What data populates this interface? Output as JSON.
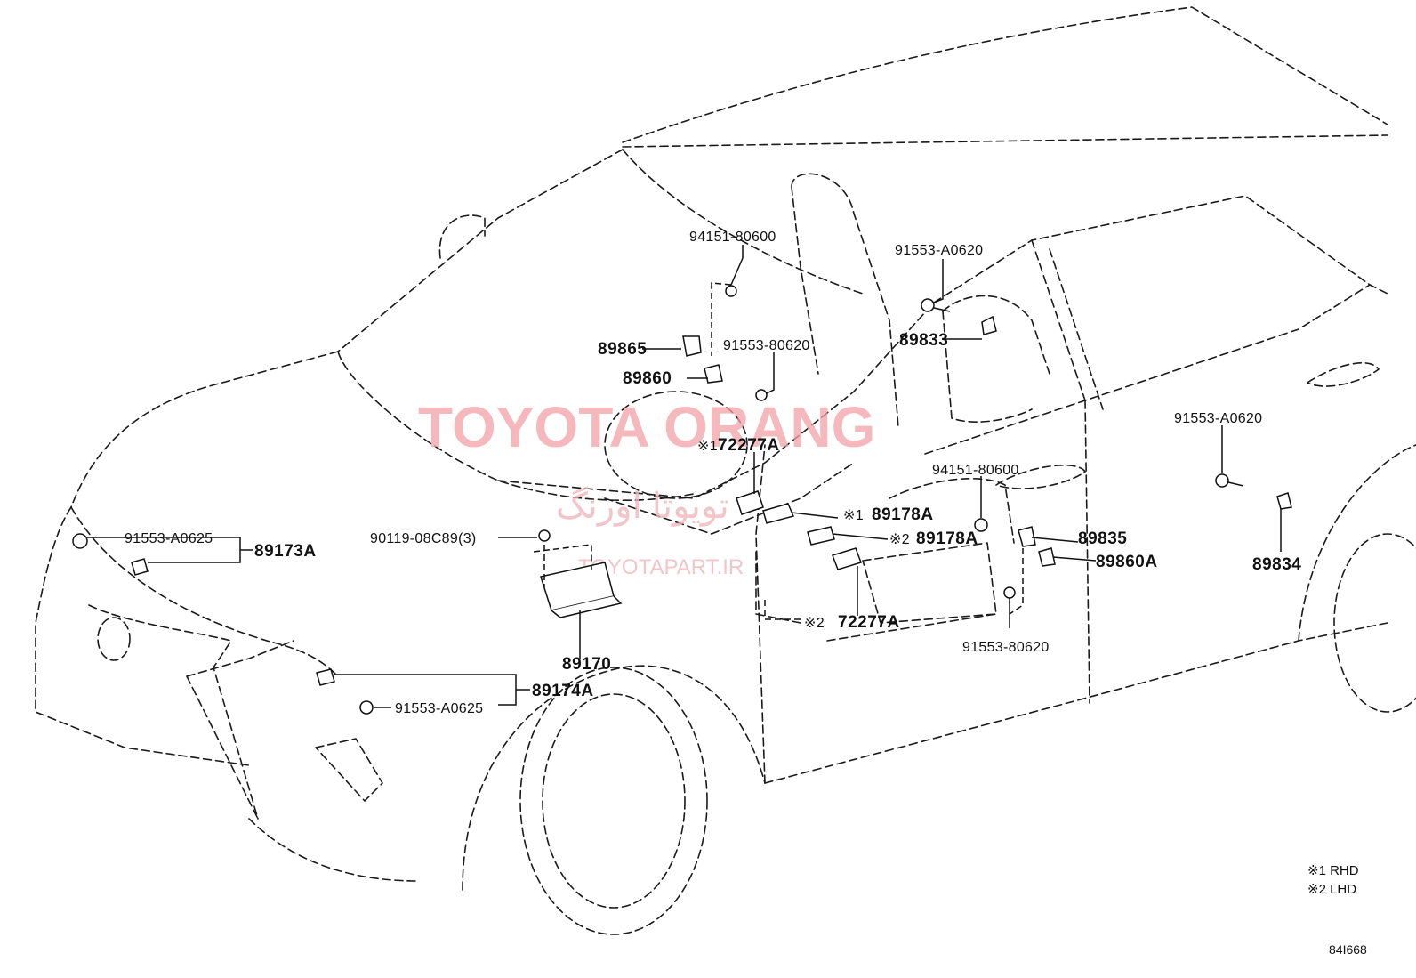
{
  "diagram": {
    "labels": {
      "p94151_80600_top": "94151-80600",
      "p91553_A0620_top": "91553-A0620",
      "p89865": "89865",
      "p91553_80620_mid": "91553-80620",
      "p89833": "89833",
      "p89860": "89860",
      "p72277A_rhd": "72277A",
      "p72277A_rhd_mark": "※1",
      "p91553_A0620_right": "91553-A0620",
      "p94151_80600_mid": "94151-80600",
      "p89178A_rhd": "89178A",
      "p89178A_rhd_mark": "※1",
      "p89178A_lhd": "89178A",
      "p89178A_lhd_mark": "※2",
      "p89835": "89835",
      "p89860A": "89860A",
      "p89834": "89834",
      "p91553_A0625_left": "91553-A0625",
      "p89173A": "89173A",
      "p90119": "90119-08C89(3)",
      "p89170": "89170",
      "p72277A_lhd": "72277A",
      "p72277A_lhd_mark": "※2",
      "p91553_80620_low": "91553-80620",
      "p89174A": "89174A",
      "p91553_A0625_low": "91553-A0625"
    },
    "legend": {
      "note1": "※1 RHD",
      "note2": "※2 LHD"
    },
    "figure_id": "84I668",
    "watermark": {
      "main": "TOYOTA ORANG",
      "persian": "تویوتا اورنگ",
      "sub": "TOYOTAPART.IR"
    }
  },
  "colors": {
    "line": "#111111",
    "watermark": "#f2a2a8",
    "background": "#ffffff"
  }
}
